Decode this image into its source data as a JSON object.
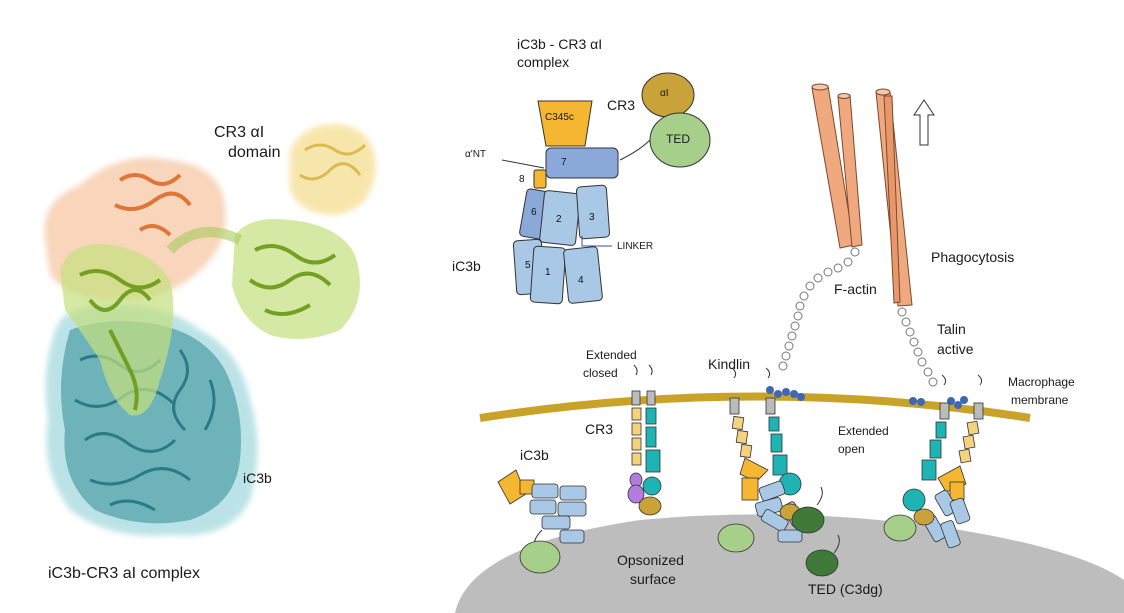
{
  "left_panel": {
    "cr3_label_line1": "CR3 αI",
    "cr3_label_line2": "domain",
    "ic3b_label": "iC3b",
    "caption": "iC3b-CR3 aI complex"
  },
  "schematic": {
    "title_line1": "iC3b - CR3 αI",
    "title_line2": "complex",
    "ai_label": "αI",
    "cr3_label": "CR3",
    "ted_label": "TED",
    "c345c_label": "C345c",
    "alpha_nt_label": "α'NT",
    "domain_labels": [
      "7",
      "8",
      "6",
      "2",
      "3",
      "5",
      "1",
      "4"
    ],
    "linker_label": "LINKER",
    "ic3b_label": "iC3b"
  },
  "cell_panel": {
    "phagocytosis_label": "Phagocytosis",
    "factin_label": "F-actin",
    "talin_line1": "Talin",
    "talin_line2": "active",
    "macrophage_line1": "Macrophage",
    "macrophage_line2": "membrane",
    "extended_closed_line1": "Extended",
    "extended_closed_line2": "closed",
    "kindlin_label": "Kindlin",
    "cr3_label": "CR3",
    "ic3b_label": "iC3b",
    "extended_open_line1": "Extended",
    "extended_open_line2": "open",
    "opsonized_line1": "Opsonized",
    "opsonized_line2": "surface",
    "ted_c3dg_label": "TED (C3dg)"
  },
  "colors": {
    "ted_green": "#a6cf8a",
    "c345c_orange": "#f5b731",
    "domain_blue": "#a9c8e6",
    "alpha_i_gold": "#c9a23a",
    "factin_salmon": "#f0a97e",
    "membrane_gold": "#c9a22a",
    "teal": "#1fb4b4",
    "surface_grey": "#bdbdbd"
  }
}
